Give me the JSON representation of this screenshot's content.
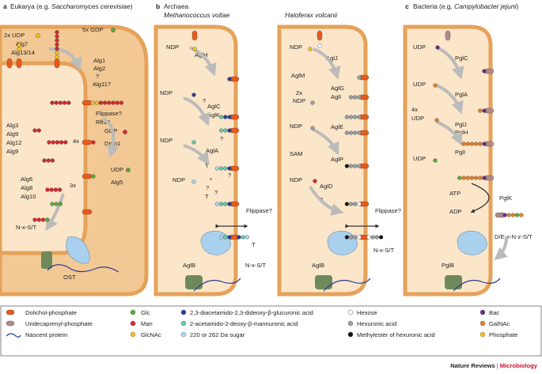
{
  "panels": {
    "a": {
      "letter": "a",
      "title": "Eukarya (e.g. ",
      "organism": "Saccharomyces cerevisiae",
      "close": ")"
    },
    "b": {
      "letter": "b",
      "title": "Archaea",
      "organism1": "Methanococcus voltae",
      "organism2": "Haloferax volcanii"
    },
    "c": {
      "letter": "c",
      "title": "Bacteria (e.g. ",
      "organism": "Campylobacter jejuni",
      "close": ")"
    }
  },
  "eukarya": {
    "udp2x": "2x UDP",
    "alg7": "Alg7",
    "alg1314": "Alg13/14",
    "gdp5x": "5x GDP",
    "alg1": "Alg1",
    "alg2": "Alg2",
    "q1": "?",
    "alg11": "Alg11?",
    "flippase": "Flippase?",
    "rft1": "Rft1?",
    "gdp": "GDP",
    "dpm1": "Dpm1",
    "x4": "4x",
    "alg3": "Alg3",
    "alg9a": "Alg9",
    "alg12": "Alg12",
    "alg9b": "Alg9",
    "alg6": "Alg6",
    "alg8": "Alg8",
    "alg10": "Alg10",
    "x3": "3x",
    "udp": "UDP",
    "alg5": "Alg5",
    "sequon": "N-x-S/T",
    "ost": "OST"
  },
  "mvoltae": {
    "ndp1": "NDP",
    "aglh": "AglH",
    "ndp2": "NDP",
    "aglc": "AglC",
    "aglk": "AglK",
    "ndp3": "NDP",
    "agla": "AglA",
    "ndp4": "NDP",
    "q1": "?",
    "q2": "?",
    "q3": "?",
    "q4": "?",
    "q5": "?",
    "star": "*",
    "t1": "T",
    "t2": "T",
    "t3": "T",
    "flippase": "Flippase?",
    "sequon": "N-x-S/T",
    "aglb": "AglB"
  },
  "hvolcanii": {
    "ndp1": "NDP",
    "aglj": "AglJ",
    "aglm": "AglM",
    "x2": "2x",
    "ndp2": "NDP",
    "aglg": "AglG",
    "agli": "AglI",
    "ndp3": "NDP",
    "agle": "AglE",
    "sam": "SAM",
    "aglp": "AglP",
    "ndp4": "NDP",
    "agld": "AglD",
    "q1": "?",
    "flippase": "Flippase?",
    "sequon": "N-x-S/T",
    "aglb": "AglB"
  },
  "bacteria": {
    "udp1": "UDP",
    "pglc": "PglC",
    "udp2": "UDP",
    "pgla": "PglA",
    "x4": "4x",
    "udp3": "UDP",
    "pglj": "PglJ",
    "pglh": "PglH",
    "udp4": "UDP",
    "pgli": "PglI",
    "atp": "ATP",
    "adp": "ADP",
    "pglk": "PglK",
    "sequon": "D/E-x-N-z-S/T",
    "pglb": "PglB"
  },
  "legend": {
    "dolichol": "Dolichol-phosphate",
    "undecaprenyl": "Undecaprenyl-phosphate",
    "nascent": "Nascent protein",
    "glc": "Glc",
    "man": "Man",
    "glcnac": "GlcNAc",
    "diacetamido_gluc": "2,3-diacetamido-2,3-dideoxy-β-glucuronic acid",
    "acetamido_mann": "2-acetamido-2-deoxy-β-mannuronic acid",
    "sugar220": "220 or 262 Da sugar",
    "hexose": "Hexose",
    "hexuronic": "Hexuronic acid",
    "methylester": "Methylester of hexuronic acid",
    "bac": "Bac",
    "galnac": "GalNAc",
    "phosphate": "Phosphate"
  },
  "footer": {
    "journal": "Nature Reviews",
    "sep": "|",
    "section": "Microbiology"
  },
  "colors": {
    "cell_outer": "#f2c995",
    "cell_inner": "#fbe6c9",
    "membrane": "#e9a65c",
    "glc": "#5daa3c",
    "man": "#d9262c",
    "glcnac": "#f4c21b",
    "diacetamido": "#2c3e91",
    "acetamido": "#6cc6b0",
    "sugar220": "#a9d7ef",
    "hexose": "#ffffff",
    "hexuronic": "#9aa0a3",
    "methylester": "#111111",
    "bac": "#6b2c86",
    "galnac": "#e2832a",
    "phosphate": "#f4c21b",
    "dolichol": "#e85a1c",
    "undecaprenyl": "#b08a8a",
    "protein": "#2b3a8f",
    "ost": "#a9d0ec",
    "ost_green": "#6f8a5a"
  }
}
